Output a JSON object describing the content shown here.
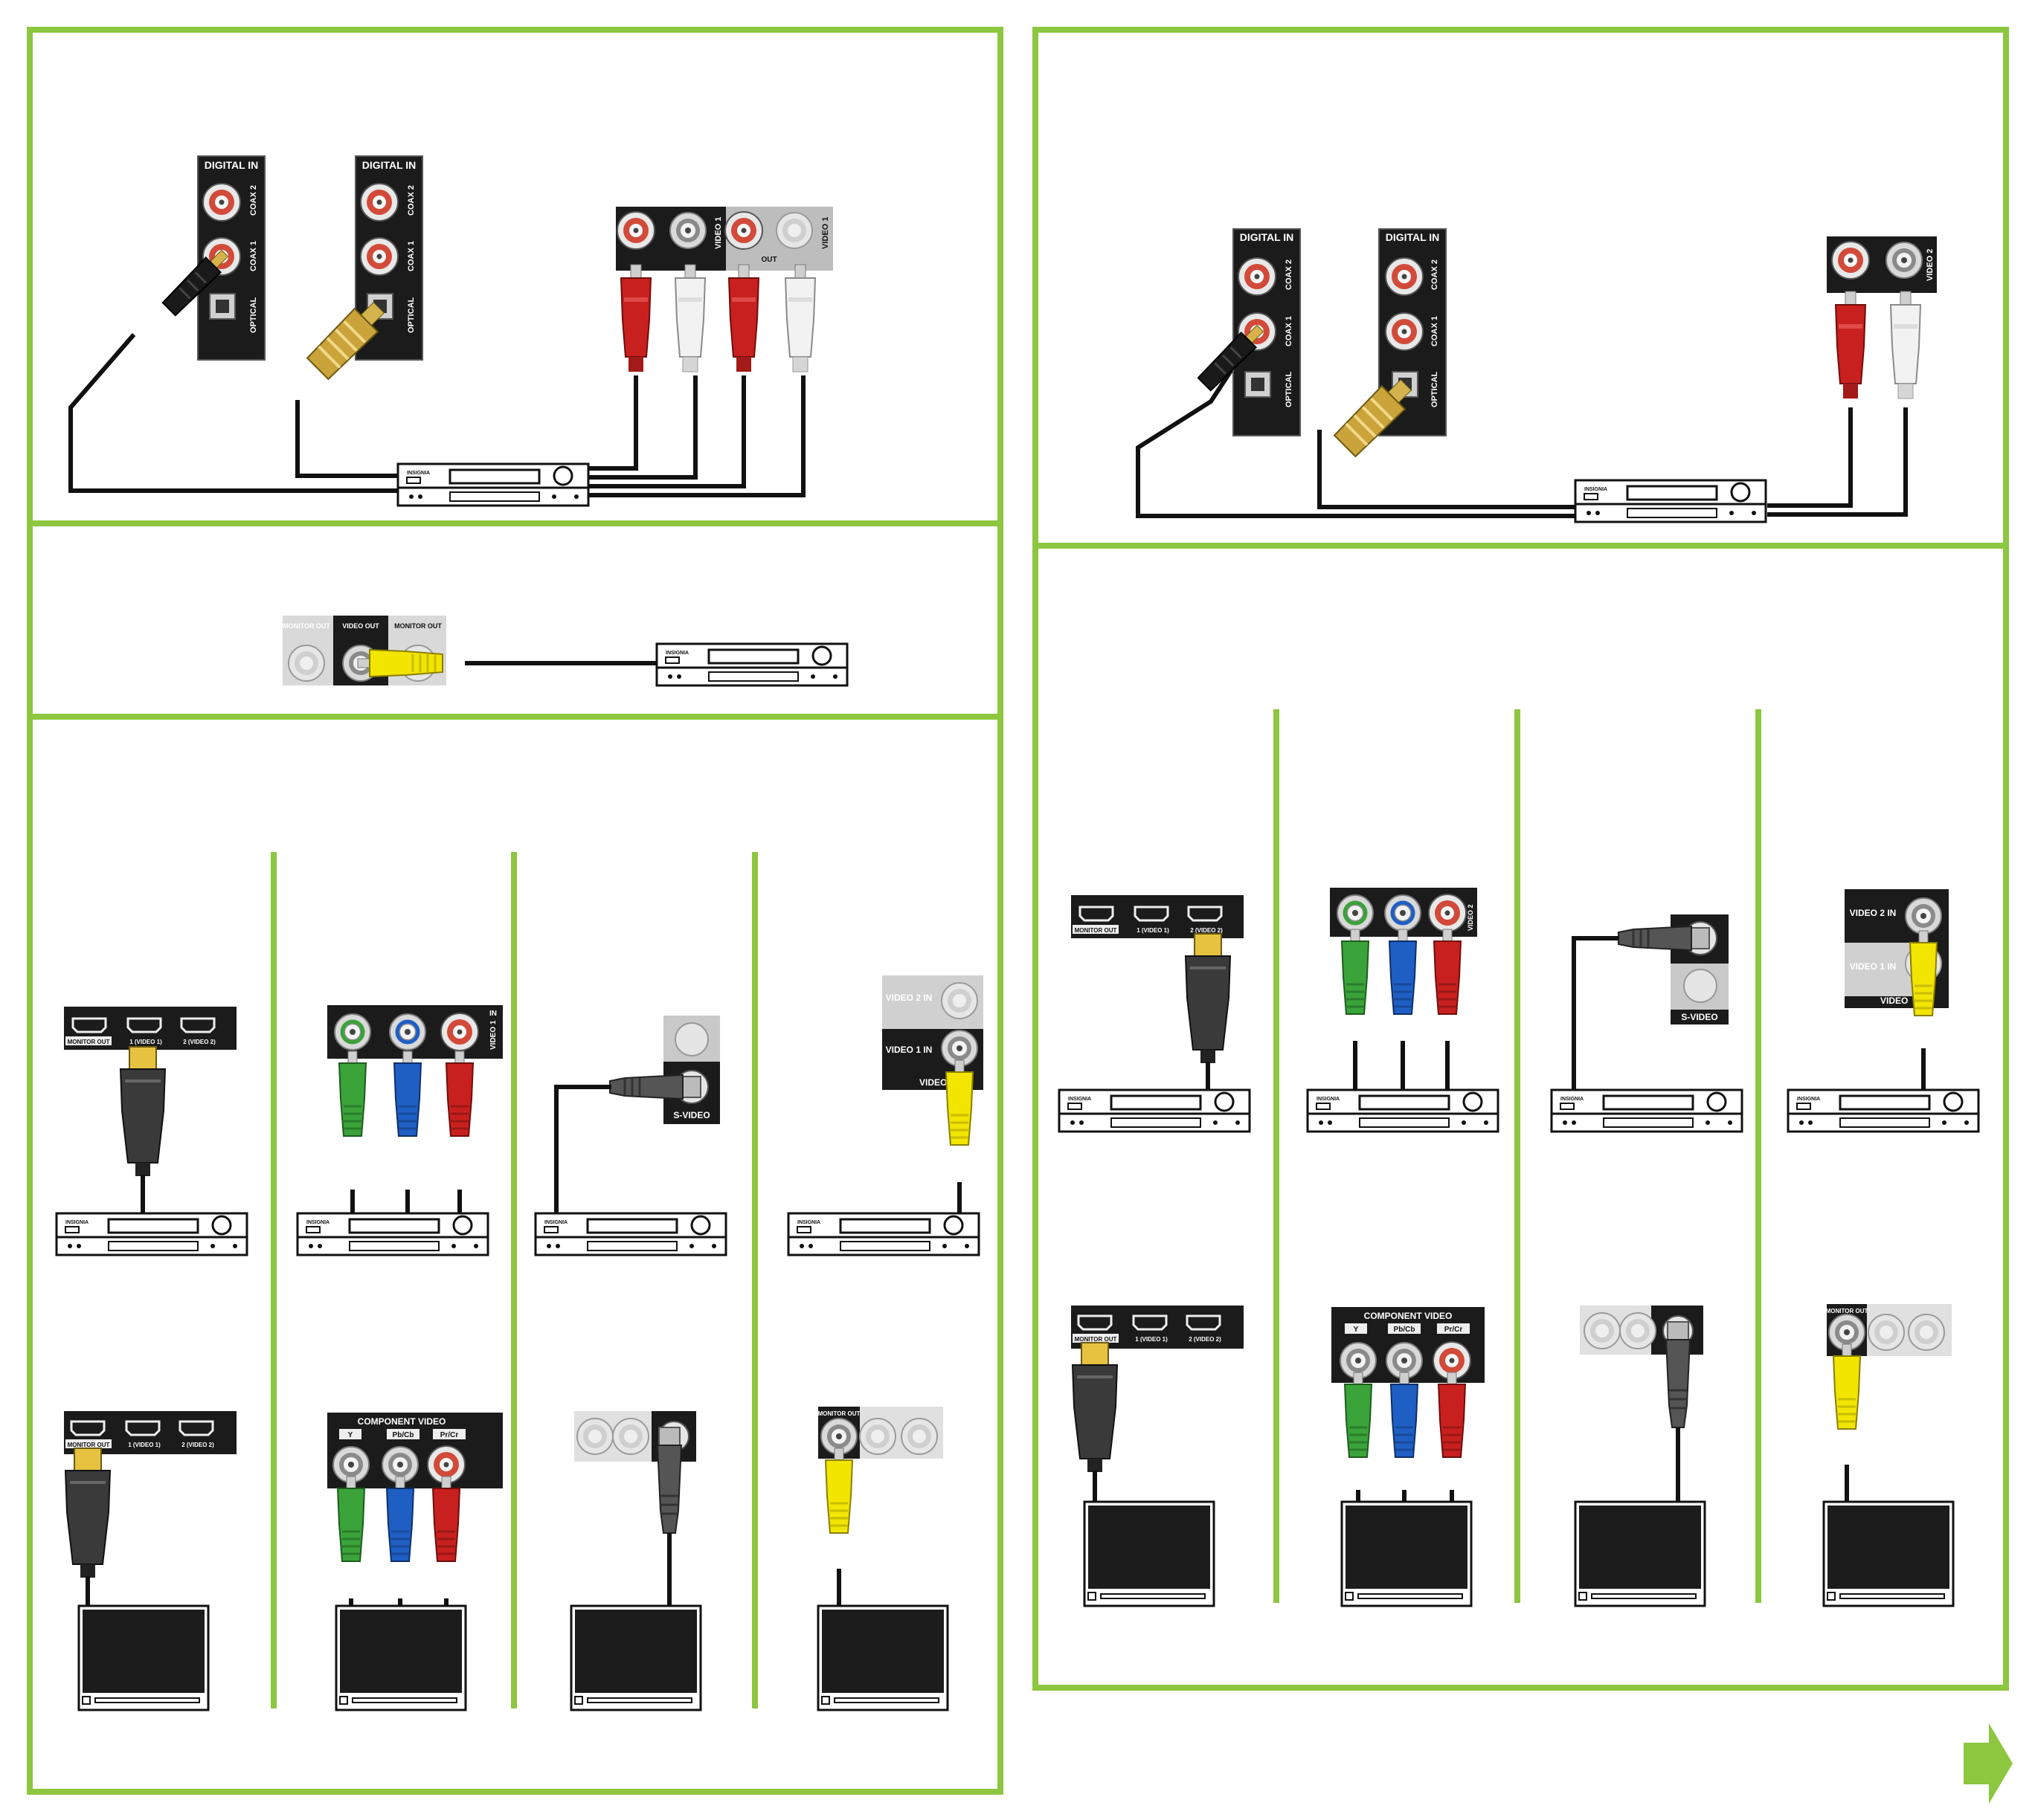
{
  "labels": {
    "digital_in": "DIGITAL IN",
    "coax2": "COAX 2",
    "coax1": "COAX 1",
    "optical": "OPTICAL",
    "video1": "VIDEO 1",
    "video2": "VIDEO 2",
    "out": "OUT",
    "in": "IN",
    "monitor_out": "MONITOR OUT",
    "monitor_out_short": "MONITOR OUT",
    "video_out": "VIDEO OUT",
    "hdmi_in1": "1 (VIDEO 1)",
    "hdmi_in2": "2 (VIDEO 2)",
    "s_video": "S-VIDEO",
    "video2_in": "VIDEO 2 IN",
    "video1_in": "VIDEO 1 IN",
    "video_partial": "VIDEO",
    "component_video": "COMPONENT VIDEO",
    "comp_y": "Y",
    "comp_pb": "Pb/Cb",
    "comp_pr": "Pr/Cr",
    "brand": "INSIGNIA"
  },
  "colors": {
    "panel_border": "#8dc63f",
    "jack_panel": "#1b1b1b",
    "cable": "#111111",
    "rca_red": "#c8201e",
    "rca_white": "#f2f2f2",
    "rca_yellow": "#f2e500",
    "rca_green": "#3aa33a",
    "rca_blue": "#1f5fc4",
    "coax_gold": "#c9a23a",
    "next_arrow": "#8dc63f"
  },
  "icons": {
    "next": "right-arrow-icon",
    "receiver": "receiver-icon",
    "tv": "tv-monitor-icon"
  }
}
